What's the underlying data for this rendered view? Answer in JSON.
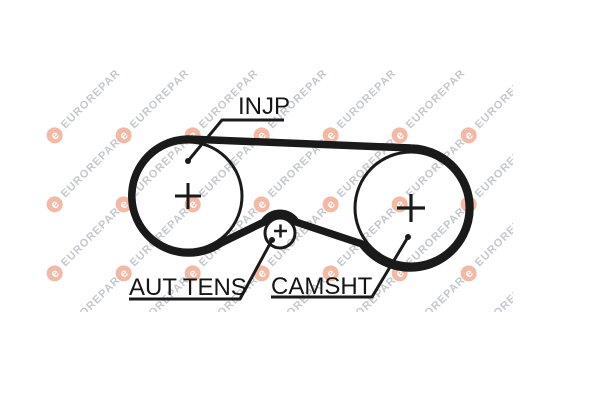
{
  "diagram": {
    "title": "timing-belt-routing-diagram",
    "labels": {
      "injp": "INJP",
      "aut_tens": "AUT TENS",
      "camsht": "CAMSHT"
    },
    "colors": {
      "line": "#1a1a1a",
      "background": "#ffffff"
    }
  },
  "watermark": {
    "text": "EUROREPAR",
    "logo_letter": "e",
    "text_color": "#b6bac2",
    "logo_bg": "#f2a88e",
    "logo_fg": "#ffffff"
  }
}
